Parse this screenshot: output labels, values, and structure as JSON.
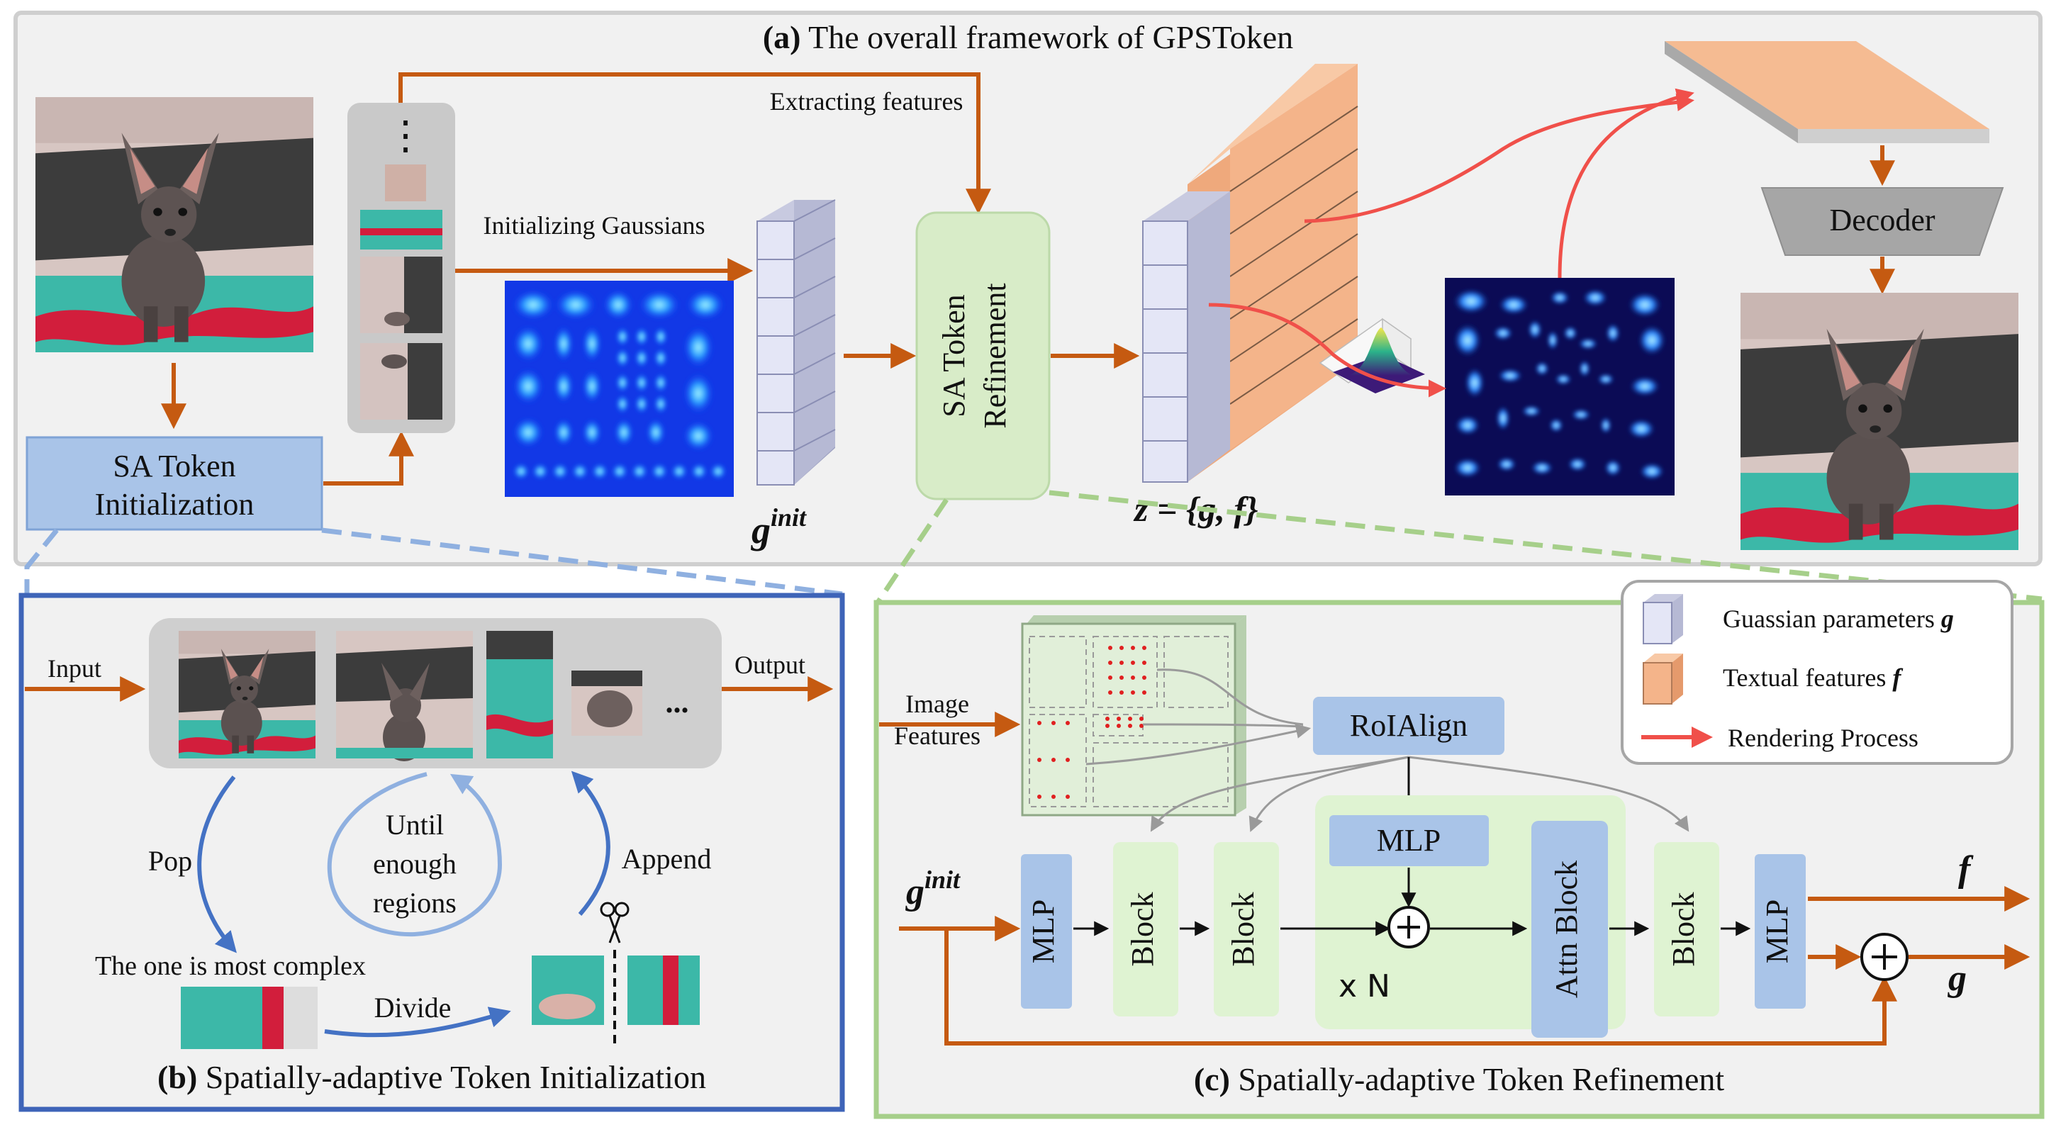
{
  "panel_a": {
    "title_prefix": "(a)",
    "title_text": "The overall framework of GPSToken",
    "extracting_features": "Extracting features",
    "initializing_gaussians": "Initializing Gaussians",
    "sa_token_initialization_line1": "SA Token",
    "sa_token_initialization_line2": "Initialization",
    "sa_token_refinement_line1": "SA Token",
    "sa_token_refinement_line2": "Refinement",
    "g_init_base": "g",
    "g_init_sup": "init",
    "z_eq": "z = {g, f}",
    "decoder": "Decoder",
    "ellipsis_vertical": "⋮"
  },
  "legend": {
    "gaussian_parameters": "Guassian parameters",
    "gaussian_symbol": "g",
    "textual_features": "Textual features",
    "textual_symbol": "f",
    "rendering_process": "Rendering Process"
  },
  "panel_b": {
    "title_prefix": "(b)",
    "title_text": "Spatially-adaptive Token Initialization",
    "input": "Input",
    "output": "Output",
    "ellipsis": "...",
    "pop": "Pop",
    "append": "Append",
    "until_line1": "Until",
    "until_line2": "enough",
    "until_line3": "regions",
    "most_complex": "The one is most complex",
    "divide": "Divide"
  },
  "panel_c": {
    "title_prefix": "(c)",
    "title_text": "Spatially-adaptive Token Refinement",
    "image_features_line1": "Image",
    "image_features_line2": "Features",
    "roialign": "RoIAlign",
    "mlp_top": "MLP",
    "mlp_left": "MLP",
    "mlp_right": "MLP",
    "block1": "Block",
    "block2": "Block",
    "attn_block": "Attn Block",
    "block3": "Block",
    "times_n": "x N",
    "g_init_base": "g",
    "g_init_sup": "init",
    "f_out": "f",
    "g_out": "g"
  },
  "colors": {
    "arrow_orange": "#c55a11",
    "blue_box": "#a9c4e8",
    "green_box": "#d8ecc8",
    "render_red": "#f0504a",
    "panel_gray": "#f0f0f0"
  }
}
